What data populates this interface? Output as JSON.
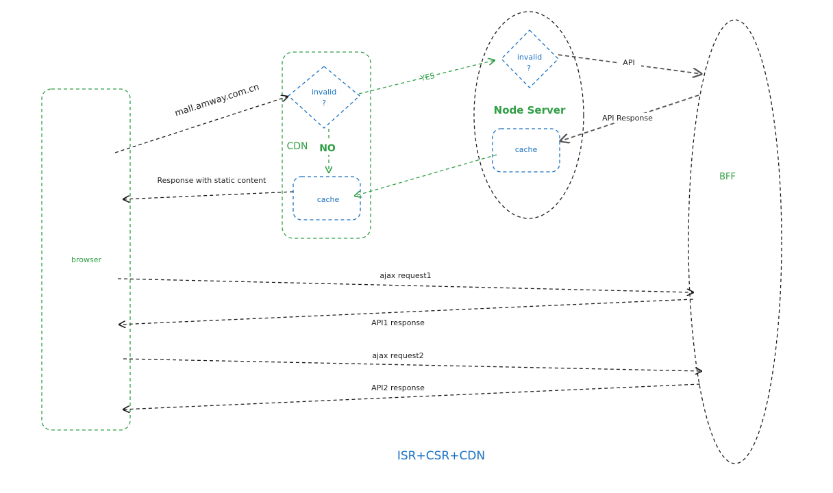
{
  "colors": {
    "green": "#2f9e44",
    "blue": "#1971c2",
    "black": "#1e1e1e",
    "gray": "#555555"
  },
  "browser": {
    "label": "browser"
  },
  "cdn": {
    "label": "CDN",
    "decision_label": "invalid",
    "decision_mark": "?",
    "no_label": "NO",
    "cache_label": "cache"
  },
  "node_server": {
    "label": "Node Server",
    "decision_label": "invalid",
    "decision_mark": "?",
    "cache_label": "cache"
  },
  "bff": {
    "label": "BFF"
  },
  "edges": {
    "mall_url": "mall.amway.com.cn",
    "yes": "YES",
    "api": "API",
    "api_response": "API Response",
    "response_static": "Response with static content",
    "ajax_request1": "ajax request1",
    "api1_response": "API1 response",
    "ajax_request2": "ajax request2",
    "api2_response": "API2 response"
  },
  "footer_title": "ISR+CSR+CDN"
}
